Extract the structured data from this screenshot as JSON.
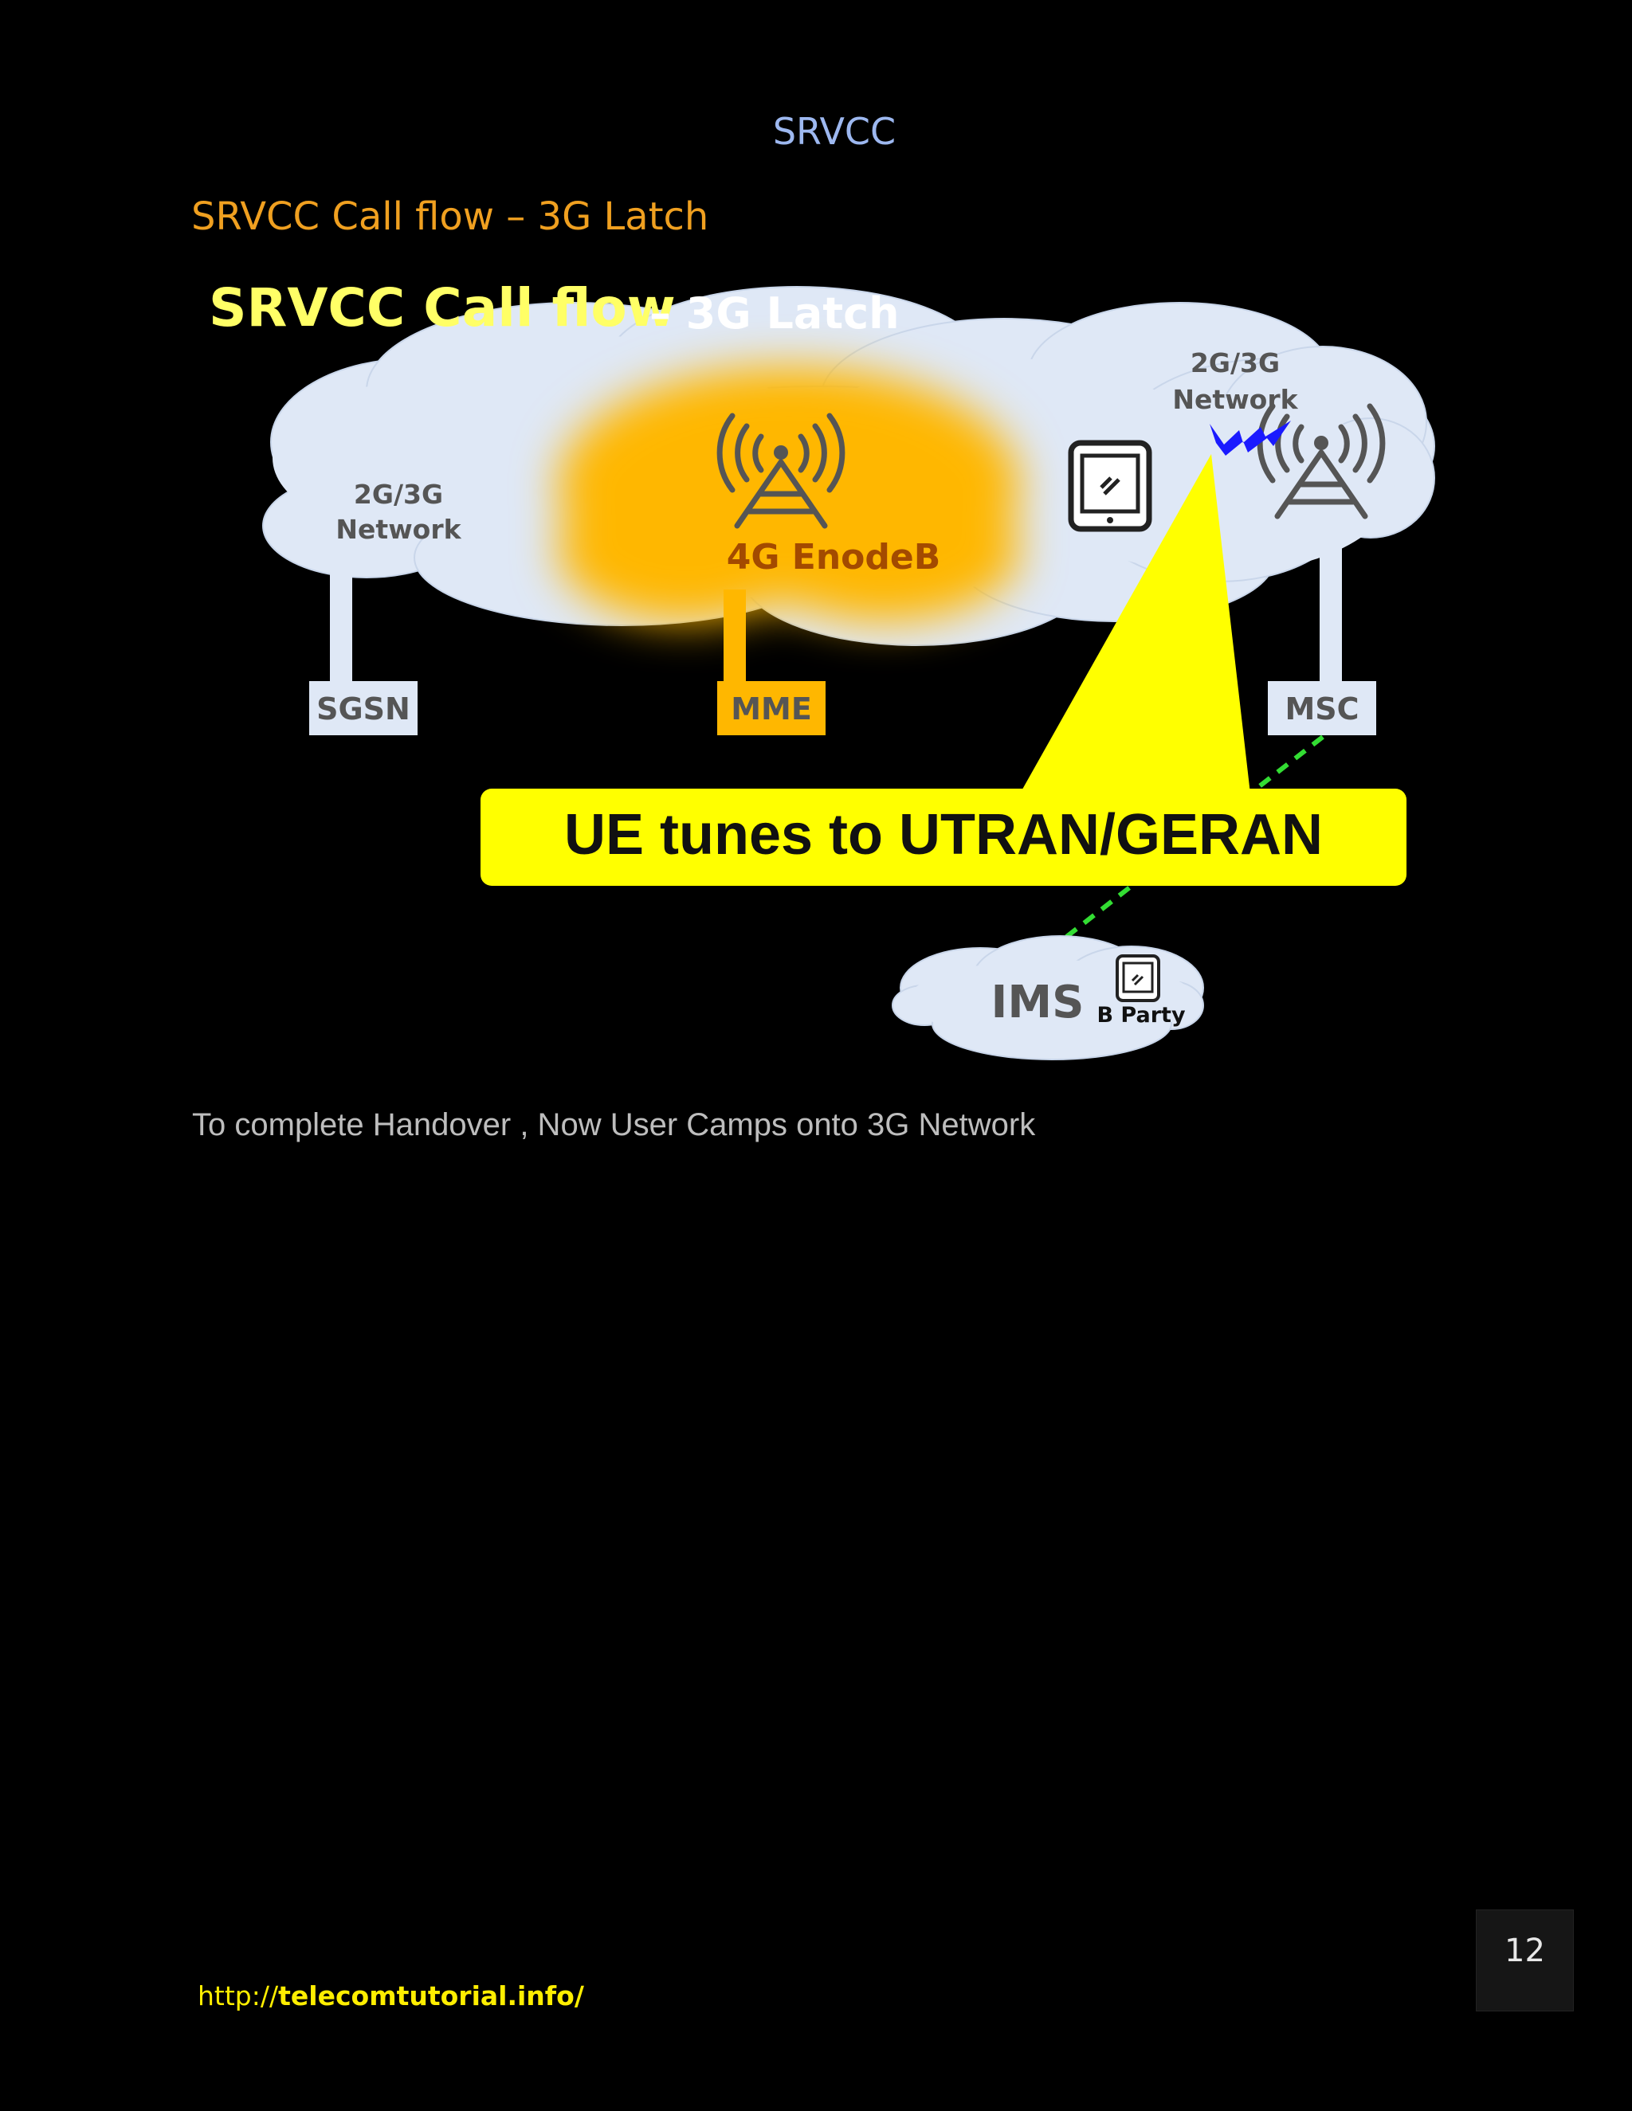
{
  "header": {
    "title": "SRVCC"
  },
  "section": {
    "heading": "SRVCC Call flow – 3G Latch"
  },
  "diagram": {
    "title_main": "SRVCC Call flow",
    "title_sub": "– 3G Latch",
    "left_network_line1": "2G/3G",
    "left_network_line2": "Network",
    "right_network_line1": "2G/3G",
    "right_network_line2": "Network",
    "enodeb_label": "4G EnodeB",
    "sgsn_label": "SGSN",
    "mme_label": "MME",
    "msc_label": "MSC",
    "callout_text": "UE tunes to UTRAN/GERAN",
    "ims_label": "IMS",
    "b_party_label": "B Party",
    "colors": {
      "cloud": "#dfe8f6",
      "glow": "#ffb700",
      "callout": "#ffff00",
      "title_main": "#ffff66",
      "enodeb_text": "#a34a00",
      "signal_link": "#1a1aff",
      "dashed_link": "#33dd33"
    }
  },
  "caption": {
    "text": "To complete Handover , Now User Camps onto 3G Network"
  },
  "footer": {
    "url_prefix": "http://",
    "url_domain": "telecomtutorial.info/",
    "page_number": "12"
  }
}
